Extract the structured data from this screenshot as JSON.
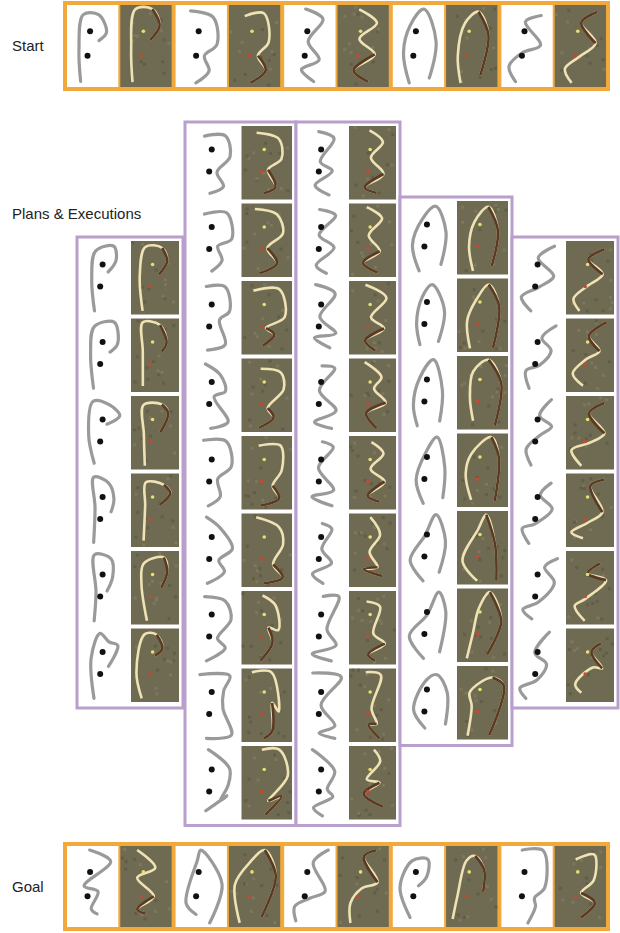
{
  "diagram": {
    "labels": [
      "Start",
      "Plans & Executions",
      "Goal"
    ]
  }
}
